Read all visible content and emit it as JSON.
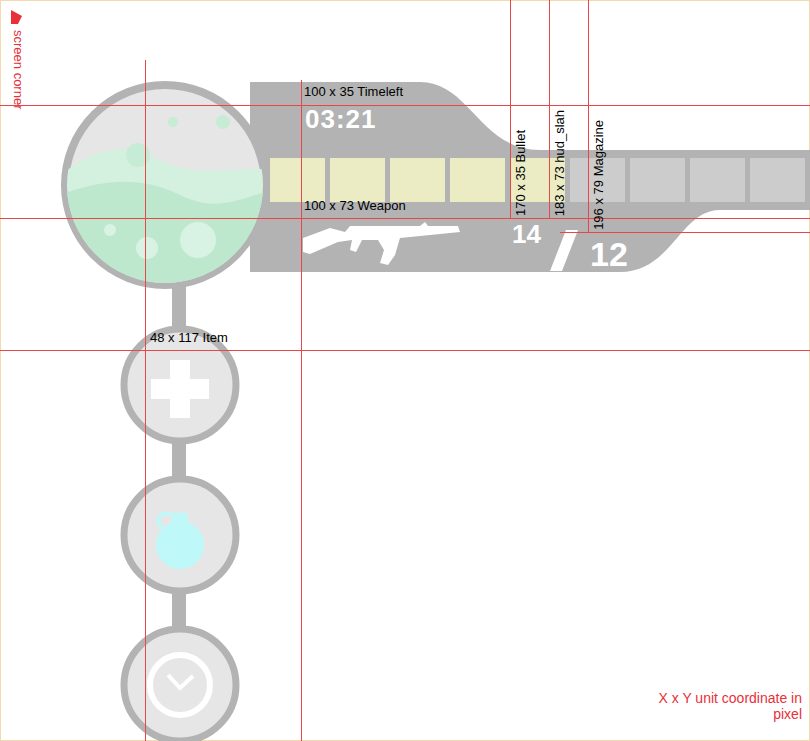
{
  "diagram": {
    "labels": [
      "screen corner",
      "100 x 35 Timeleft",
      "03:21",
      "100 x 73 Weapon",
      "170 x 35 Bullet",
      "183 x 73 hud_slah",
      "196 x 79 Magazine",
      "48 x 117 Item",
      "14",
      "12",
      "X x Y unit coordinate in pixel"
    ]
  }
}
